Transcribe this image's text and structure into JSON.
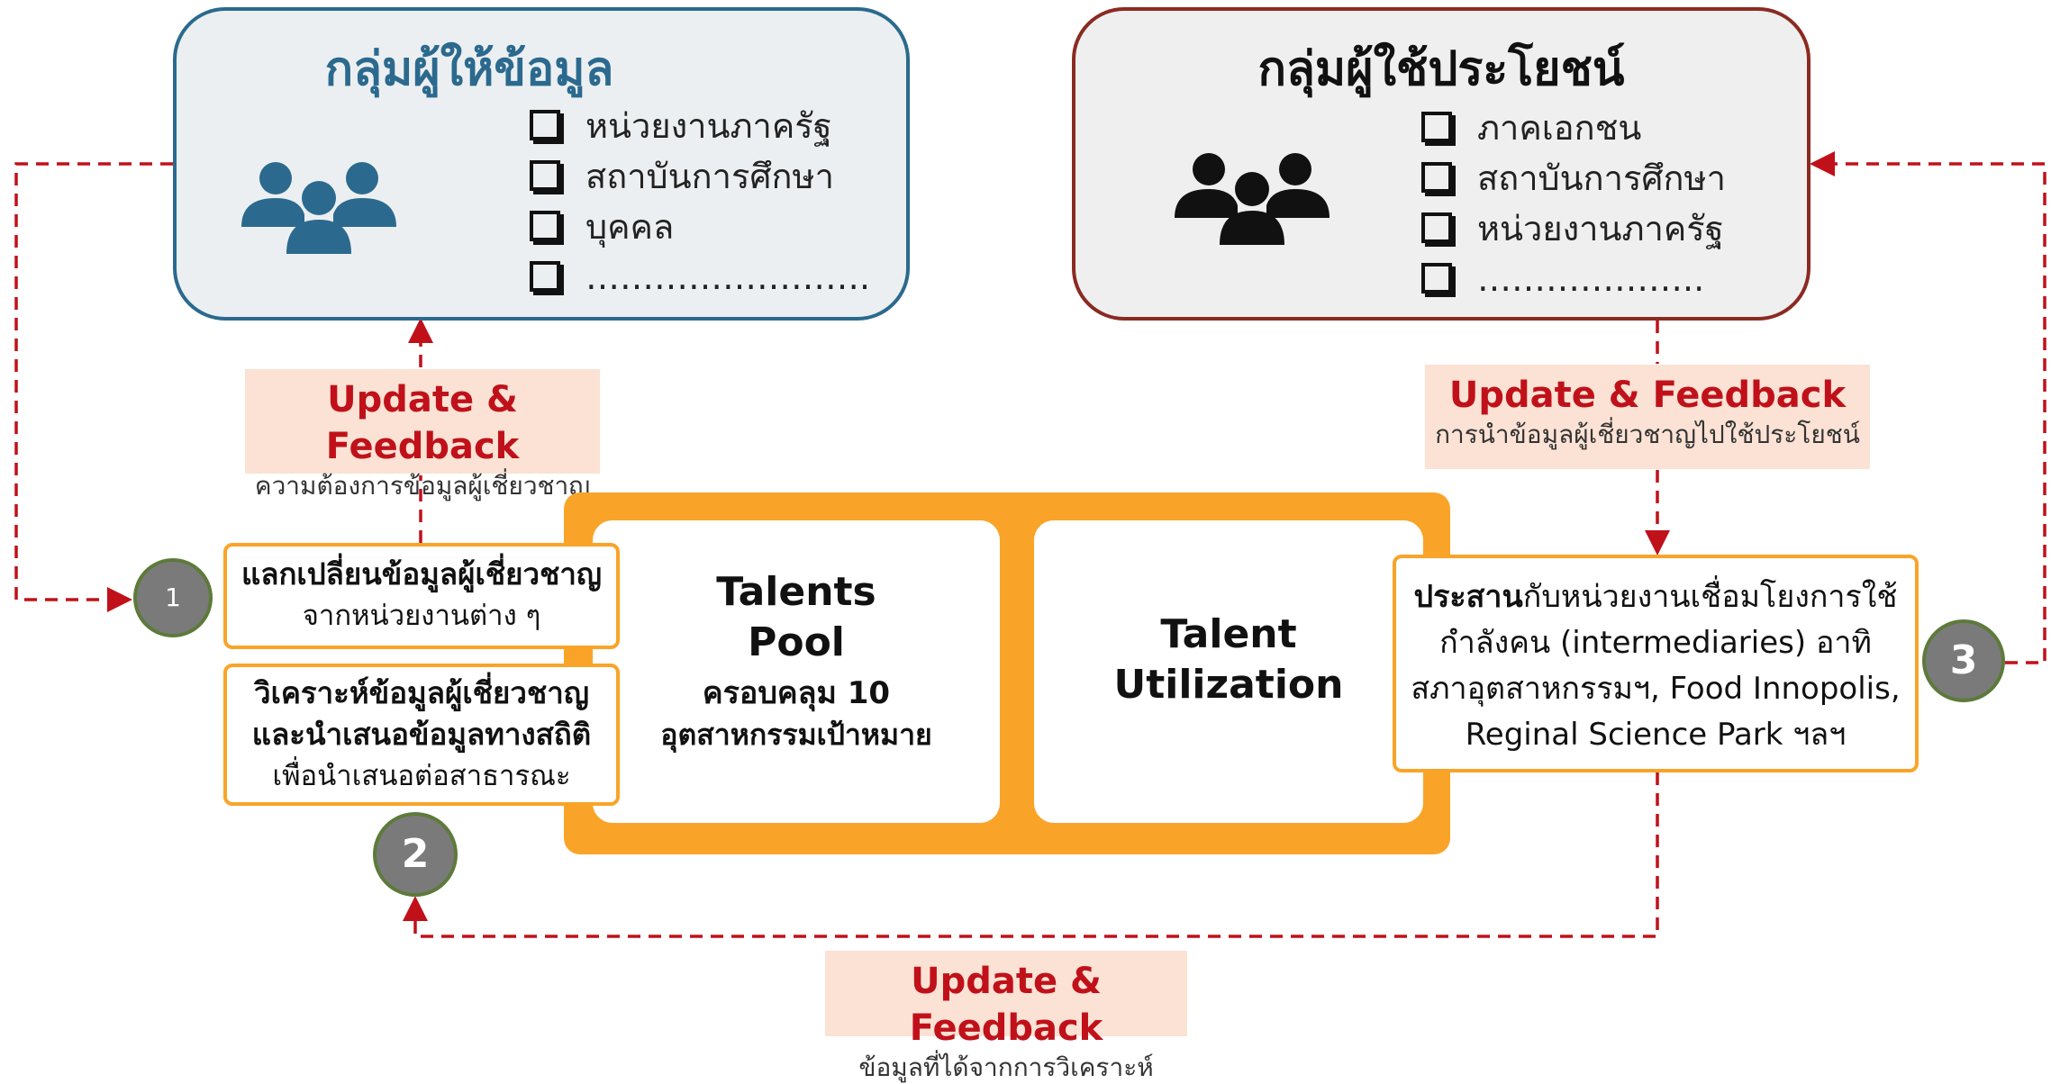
{
  "provider_group": {
    "title": "กลุ่มผู้ให้ข้อมูล",
    "items": [
      "หน่วยงานภาครัฐ",
      "สถาบันการศึกษา",
      "บุคคล",
      "……………………."
    ],
    "icon": "people-group-icon",
    "color": "#2b6a8e"
  },
  "beneficiary_group": {
    "title": "กลุ่มผู้ใช้ประโยชน์",
    "items": [
      "ภาคเอกชน",
      "สถาบันการศึกษา",
      "หน่วยงานภาครัฐ",
      "……………….."
    ],
    "icon": "people-group-icon",
    "color": "#8b2a22"
  },
  "feedback_left": {
    "title": "Update & Feedback",
    "subtitle": "ความต้องการข้อมูลผู้เชี่ยวชาญ"
  },
  "feedback_right": {
    "title": "Update & Feedback",
    "subtitle": "การนำข้อมูลผู้เชี่ยวชาญไปใช้ประโยชน์"
  },
  "feedback_bottom": {
    "title": "Update & Feedback",
    "subtitle": "ข้อมูลที่ได้จากการวิเคราะห์"
  },
  "talents_pool": {
    "title_line1": "Talents",
    "title_line2": "Pool",
    "subtitle_line1": "ครอบคลุม 10",
    "subtitle_line2": "อุตสาหกรรมเป้าหมาย"
  },
  "talent_utilization": {
    "title_line1": "Talent",
    "title_line2": "Utilization"
  },
  "step1": {
    "number": "1",
    "line1": "แลกเปลี่ยนข้อมูลผู้เชี่ยวชาญ",
    "line2": "จากหน่วยงานต่าง ๆ"
  },
  "step2": {
    "number": "2",
    "line1": "วิเคราะห์ข้อมูลผู้เชี่ยวชาญ",
    "line2": "และนำเสนอข้อมูลทางสถิติ",
    "line3": "เพื่อนำเสนอต่อสาธารณะ"
  },
  "step3": {
    "number": "3",
    "line1_bold": "ประสาน",
    "line1_rest": "กับหน่วยงานเชื่อมโยงการใช้",
    "line2": "กำลังคน (intermediaries) อาทิ",
    "line3": "สภาอุตสาหกรรมฯ, Food Innopolis,",
    "line4": "Reginal Science Park ฯลฯ"
  },
  "colors": {
    "accent_orange": "#f9a428",
    "arrow_red": "#c0111a",
    "feedback_bg": "#fbe2d4",
    "dashed_line": "#c0111a"
  }
}
